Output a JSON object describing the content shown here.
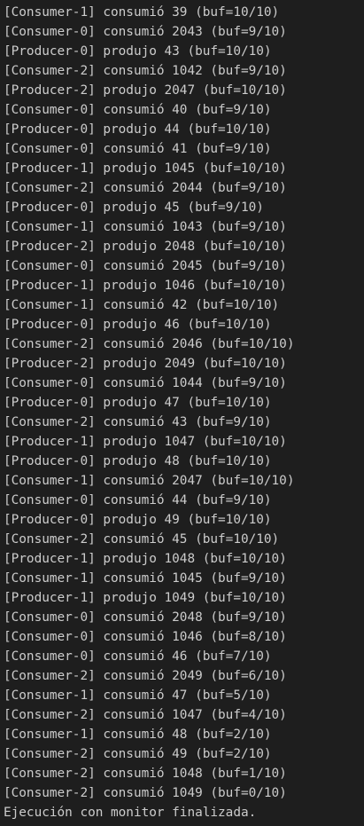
{
  "terminal": {
    "lines": [
      "[Consumer-1] consumió 39 (buf=10/10)",
      "[Consumer-0] consumió 2043 (buf=9/10)",
      "[Producer-0] produjo 43 (buf=10/10)",
      "[Consumer-2] consumió 1042 (buf=9/10)",
      "[Producer-2] produjo 2047 (buf=10/10)",
      "[Consumer-0] consumió 40 (buf=9/10)",
      "[Producer-0] produjo 44 (buf=10/10)",
      "[Consumer-0] consumió 41 (buf=9/10)",
      "[Producer-1] produjo 1045 (buf=10/10)",
      "[Consumer-2] consumió 2044 (buf=9/10)",
      "[Producer-0] produjo 45 (buf=9/10)",
      "[Consumer-1] consumió 1043 (buf=9/10)",
      "[Producer-2] produjo 2048 (buf=10/10)",
      "[Consumer-0] consumió 2045 (buf=9/10)",
      "[Producer-1] produjo 1046 (buf=10/10)",
      "[Consumer-1] consumió 42 (buf=10/10)",
      "[Producer-0] produjo 46 (buf=10/10)",
      "[Consumer-2] consumió 2046 (buf=10/10)",
      "[Producer-2] produjo 2049 (buf=10/10)",
      "[Consumer-0] consumió 1044 (buf=9/10)",
      "[Producer-0] produjo 47 (buf=10/10)",
      "[Consumer-2] consumió 43 (buf=9/10)",
      "[Producer-1] produjo 1047 (buf=10/10)",
      "[Producer-0] produjo 48 (buf=10/10)",
      "[Consumer-1] consumió 2047 (buf=10/10)",
      "[Consumer-0] consumió 44 (buf=9/10)",
      "[Producer-0] produjo 49 (buf=10/10)",
      "[Consumer-2] consumió 45 (buf=10/10)",
      "[Producer-1] produjo 1048 (buf=10/10)",
      "[Consumer-1] consumió 1045 (buf=9/10)",
      "[Producer-1] produjo 1049 (buf=10/10)",
      "[Consumer-0] consumió 2048 (buf=9/10)",
      "[Consumer-0] consumió 1046 (buf=8/10)",
      "[Consumer-0] consumió 46 (buf=7/10)",
      "[Consumer-2] consumió 2049 (buf=6/10)",
      "[Consumer-1] consumió 47 (buf=5/10)",
      "[Consumer-2] consumió 1047 (buf=4/10)",
      "[Consumer-1] consumió 48 (buf=2/10)",
      "[Consumer-2] consumió 49 (buf=2/10)",
      "[Consumer-2] consumió 1048 (buf=1/10)",
      "[Consumer-2] consumió 1049 (buf=0/10)",
      "Ejecución con monitor finalizada."
    ]
  }
}
